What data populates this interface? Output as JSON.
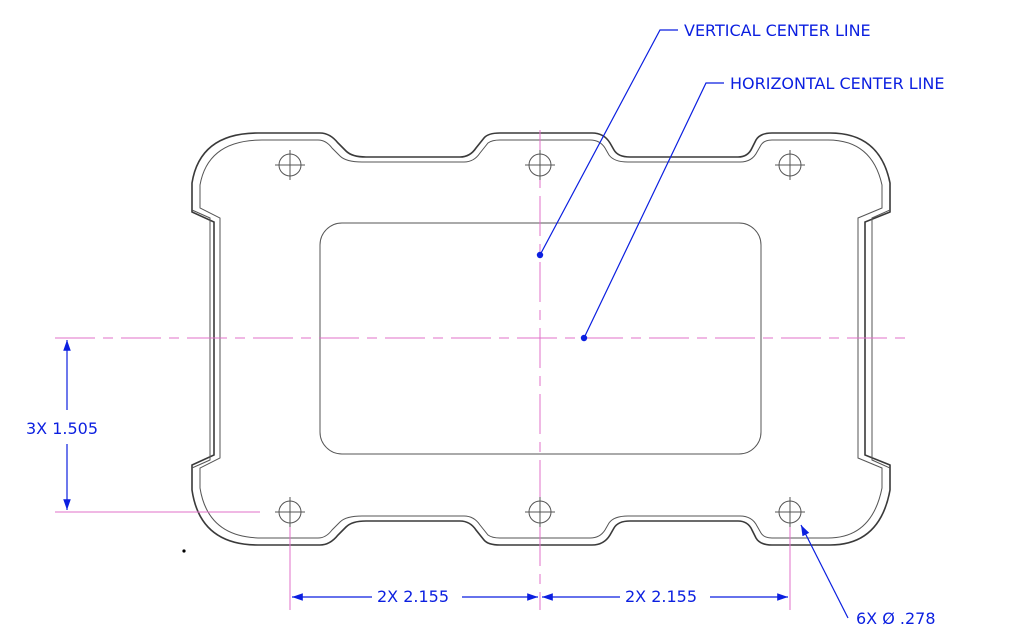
{
  "annotations": {
    "vertical_center_line": "VERTICAL CENTER LINE",
    "horizontal_center_line": "HORIZONTAL CENTER LINE"
  },
  "dimensions": {
    "vertical_spacing": "3X 1.505",
    "horizontal_spacing_left": "2X 2.155",
    "horizontal_spacing_right": "2X 2.155",
    "hole_diameter": "6X Ø .278"
  },
  "colors": {
    "dimension": "#0b1fe0",
    "center_line": "#e070c8",
    "outline": "#3a3a3a"
  }
}
